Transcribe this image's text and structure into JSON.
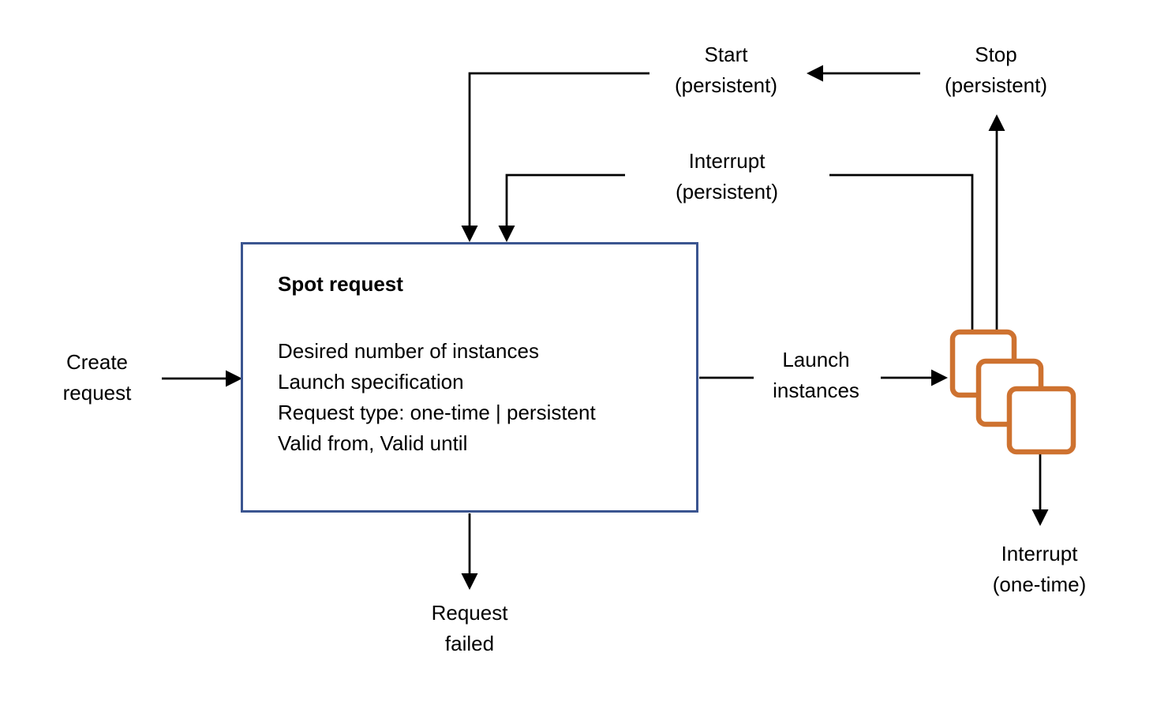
{
  "colors": {
    "background": "#ffffff",
    "line": "#000000",
    "text": "#000000",
    "box_border": "#3b5590",
    "instance_orange": "#ce7230"
  },
  "spot_request_box": {
    "title": "Spot request",
    "attributes": [
      "Desired number of instances",
      "Launch specification",
      "Request type: one-time | persistent",
      "Valid from, Valid until"
    ]
  },
  "labels": {
    "create_request": "Create\nrequest",
    "launch_instances": "Launch\ninstances",
    "start_persistent": "Start\n(persistent)",
    "stop_persistent": "Stop\n(persistent)",
    "interrupt_persistent": "Interrupt\n(persistent)",
    "interrupt_one_time": "Interrupt\n(one-time)",
    "request_failed": "Request\nfailed"
  },
  "icons": {
    "instances_icon": "three-stacked-rounded-squares"
  }
}
